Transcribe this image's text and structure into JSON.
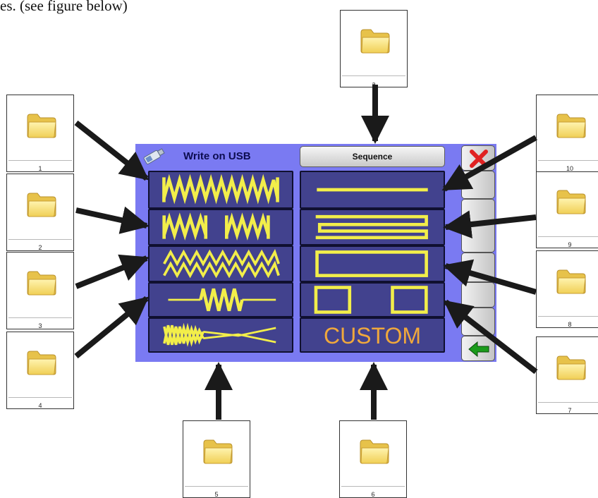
{
  "intro_text": "es. (see figure below)",
  "panel": {
    "title": "Write on USB",
    "sequence_label": "Sequence",
    "custom_label": "CUSTOM"
  },
  "folder_labels": {
    "a": "a",
    "f1": "1",
    "f2": "2",
    "f3": "3",
    "f4": "4",
    "f5": "5",
    "f6": "6",
    "f7": "7",
    "f8": "8",
    "f9": "9",
    "f10": "10"
  },
  "icons": [
    "folder-icon",
    "usb-drive-icon",
    "close-icon",
    "back-arrow-icon"
  ],
  "colors": {
    "panel_bg": "#7a7af2",
    "tile_bg": "#42428e",
    "pattern": "#f2ee4a",
    "custom_text": "#f0a83c",
    "close": "#e02222",
    "back": "#1a9b1a",
    "arrow": "#1a1a1a"
  }
}
